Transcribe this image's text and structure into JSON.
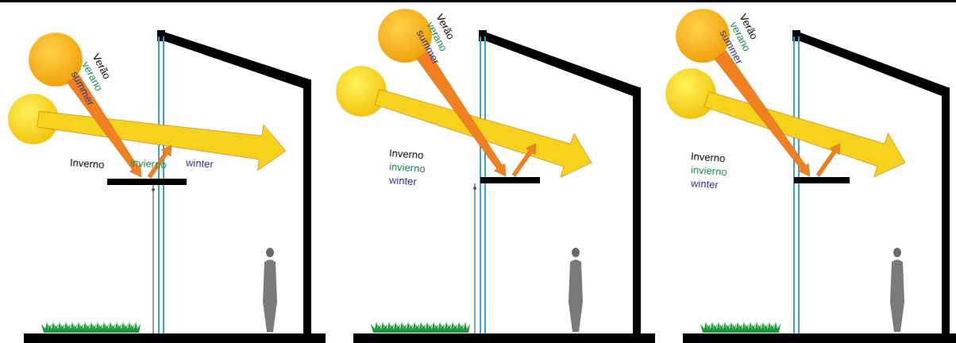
{
  "diagram": {
    "labels": [
      "Verão",
      "verano",
      "summer",
      "Inverno",
      "invierno",
      "winter",
      "Verão",
      "verano",
      "summer",
      "Inverno",
      "invierno",
      "winter",
      "Verão",
      "verano",
      "summer",
      "Inverno",
      "invierno",
      "winter"
    ]
  }
}
